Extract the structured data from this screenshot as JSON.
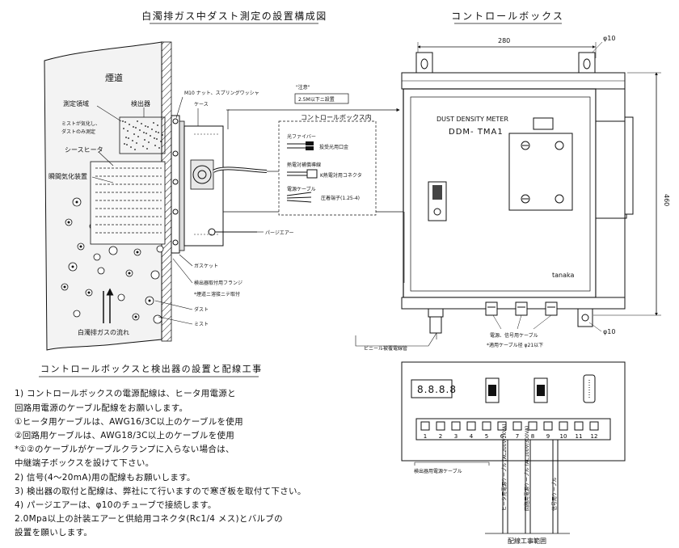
{
  "titles": {
    "left": "白濁排ガス中ダスト測定の設置構成図",
    "right": "コントロールボックス",
    "wiring": "コントロールボックスと検出器の設置と配線工事"
  },
  "left_labels": {
    "chimney": "煙道",
    "measure_area": "測定領域",
    "mist_note_1": "ミストが気化し、",
    "mist_note_2": "ダストのみ測定",
    "sheath_heater": "シースヒータ",
    "flash_device": "瞬間気化装置",
    "detector": "検出器",
    "case": "ケース",
    "m10": "M10 ナット、スプリングワッシャ",
    "purge_air": "パージエアー",
    "gasket": "ガスケット",
    "flange_1": "検出器取付用フランジ",
    "flange_2": "*煙道ニ溶接ニテ取付",
    "dust": "ダスト",
    "mist": "ミスト",
    "flow": "白濁排ガスの流れ"
  },
  "caution": {
    "head": "\"注意\"",
    "body": "2.5M以下ニ設置"
  },
  "box_inside": {
    "title": "コントロールボックス内",
    "fiber": "光ファイバー",
    "fiber_note": "投受光用口金",
    "thermo": "熱電対補償導線",
    "thermo_note": "K熱電対用コネクタ",
    "power": "電源ケーブル",
    "power_note": "圧着端子(1.25-4)"
  },
  "box": {
    "width_dim": "280",
    "height_dim": "460",
    "phi_top": "φ10",
    "phi_bottom": "φ10",
    "label_1": "DUST DENSITY METER",
    "label_2": "DDM- TMA1",
    "brand": "tanaka",
    "vinyl": "ビニール被覆電線管",
    "cable_note_1": "電源、信号用ケーブル",
    "cable_note_2": "*適用ケーブル径 φ21以下"
  },
  "panel": {
    "display": "8.8.8.8",
    "terminal_numbers": [
      "1",
      "2",
      "3",
      "4",
      "5",
      "6",
      "7",
      "8",
      "9",
      "10",
      "11",
      "12"
    ],
    "detector_cable": "検出器用電源ケーブル",
    "heater_cable": "ヒータ用電源ケーブル (AC200V/2KVA)",
    "circuit_cable": "回路用電源ケーブル (AC100V/300VA)",
    "signal_cable": "信号用ケーブル",
    "range": "配線工事範囲"
  },
  "notes": [
    "1) コントロールボックスの電源配線は、ヒータ用電源と",
    "   回路用電源のケーブル配線をお願いします。",
    "   ①ヒータ用ケーブルは、AWG16/3C以上のケーブルを使用",
    "   ②回路用ケーブルは、AWG18/3C以上のケーブルを使用",
    " *①②のケーブルがケーブルクランプに入らない場合は、",
    "   中継端子ボックスを設けて下さい。",
    "2) 信号(4～20mA)用の配線もお願いします。",
    "3) 検出器の取付と配線は、弊社にて行いますので寒ぎ板を取付て下さい。",
    "4) パージエアーは、φ10のチューブで接続します。",
    "   2.0Mpa以上の計装エアーと供給用コネクタ(Rc1/4 メス)とバルブの",
    "   設置を願いします。"
  ]
}
